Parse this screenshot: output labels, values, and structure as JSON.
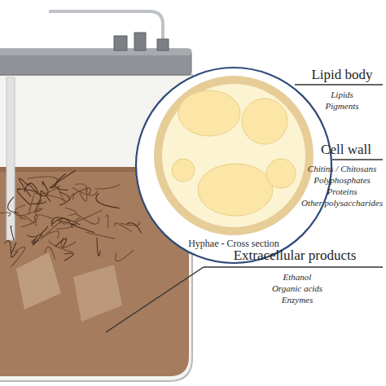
{
  "diagram": {
    "nodes": [
      {
        "text": [
          "Hyphae - Cross section"
        ]
      }
    ],
    "labels": [
      "Lipid body",
      "Lipids",
      "Pigments",
      "Cell wall",
      "Chitins / Chitosans",
      "Polyphosphates",
      "Proteins",
      "Other polysaccharides",
      "Extracellular products",
      "Ethanol",
      "Organic acids",
      "Enzymes"
    ]
  }
}
